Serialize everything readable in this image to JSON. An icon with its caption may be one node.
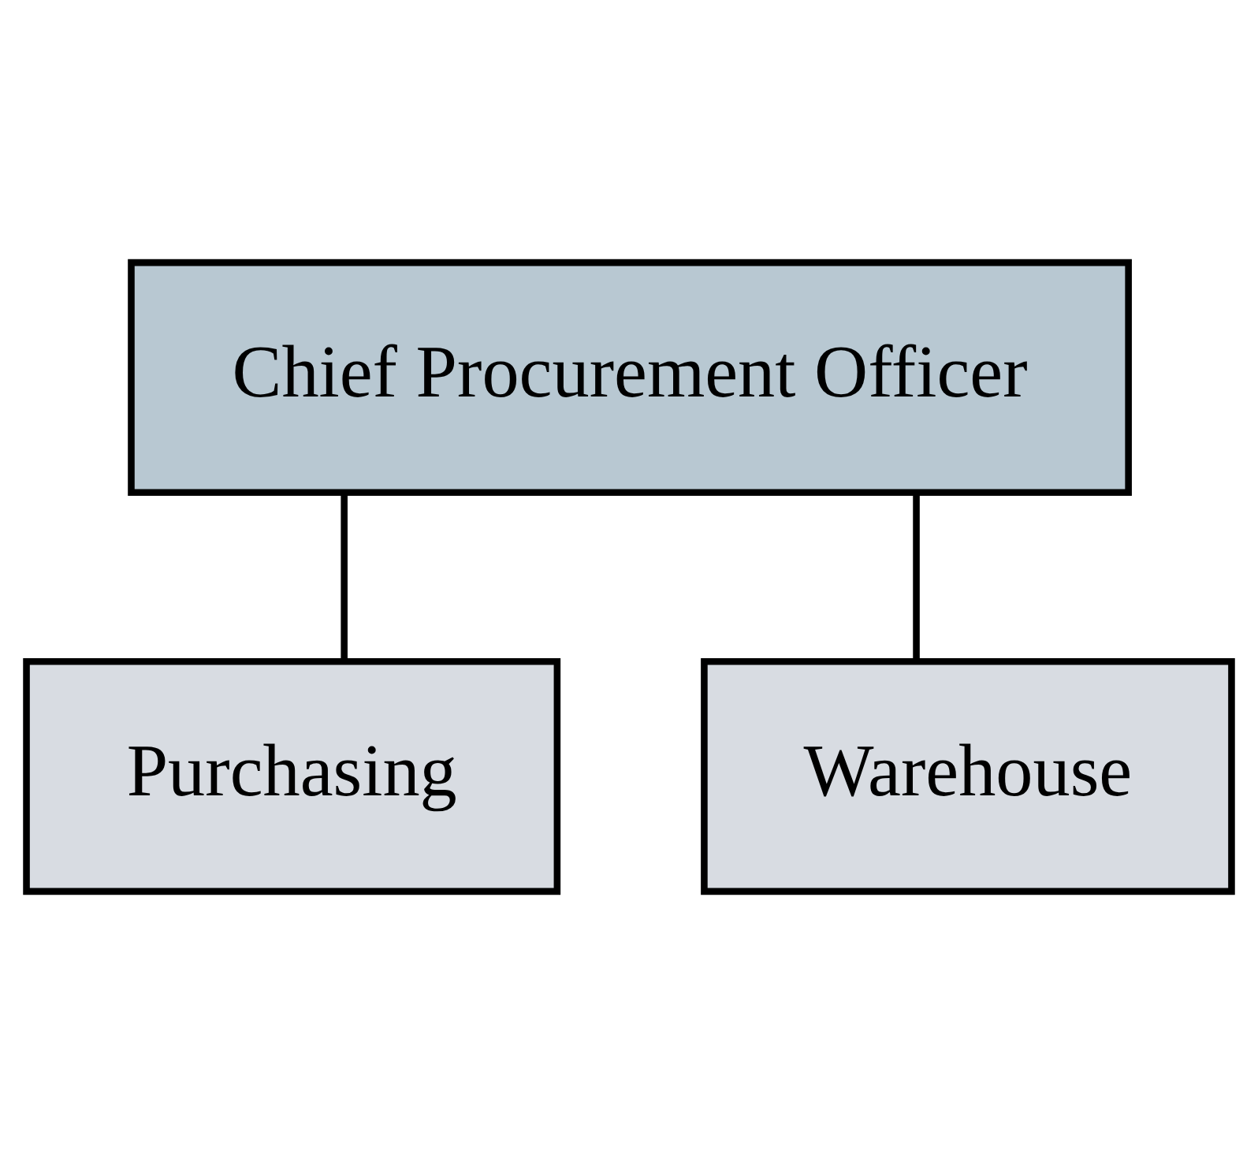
{
  "diagram": {
    "nodes": [
      {
        "text": [
          "Chief Procurement Officer"
        ]
      },
      {
        "text": [
          "Purchasing"
        ]
      },
      {
        "text": [
          "Warehouse"
        ]
      }
    ],
    "edges": [
      {
        "from": 0,
        "to": 1,
        "arrow": "none"
      },
      {
        "from": 0,
        "to": 2,
        "arrow": "none"
      }
    ]
  }
}
